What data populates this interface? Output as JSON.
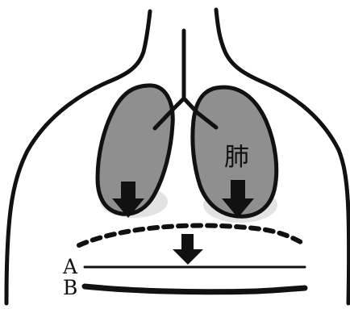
{
  "labels": {
    "lung": "肺",
    "line_a": "A",
    "line_b": "B"
  },
  "colors": {
    "lung_fill": "#8f8f8f",
    "halo": "#d9d9d9",
    "stroke": "#111111",
    "background": "#ffffff"
  },
  "icons": {
    "lung": "lung-shape",
    "arrow": "down-arrow"
  }
}
